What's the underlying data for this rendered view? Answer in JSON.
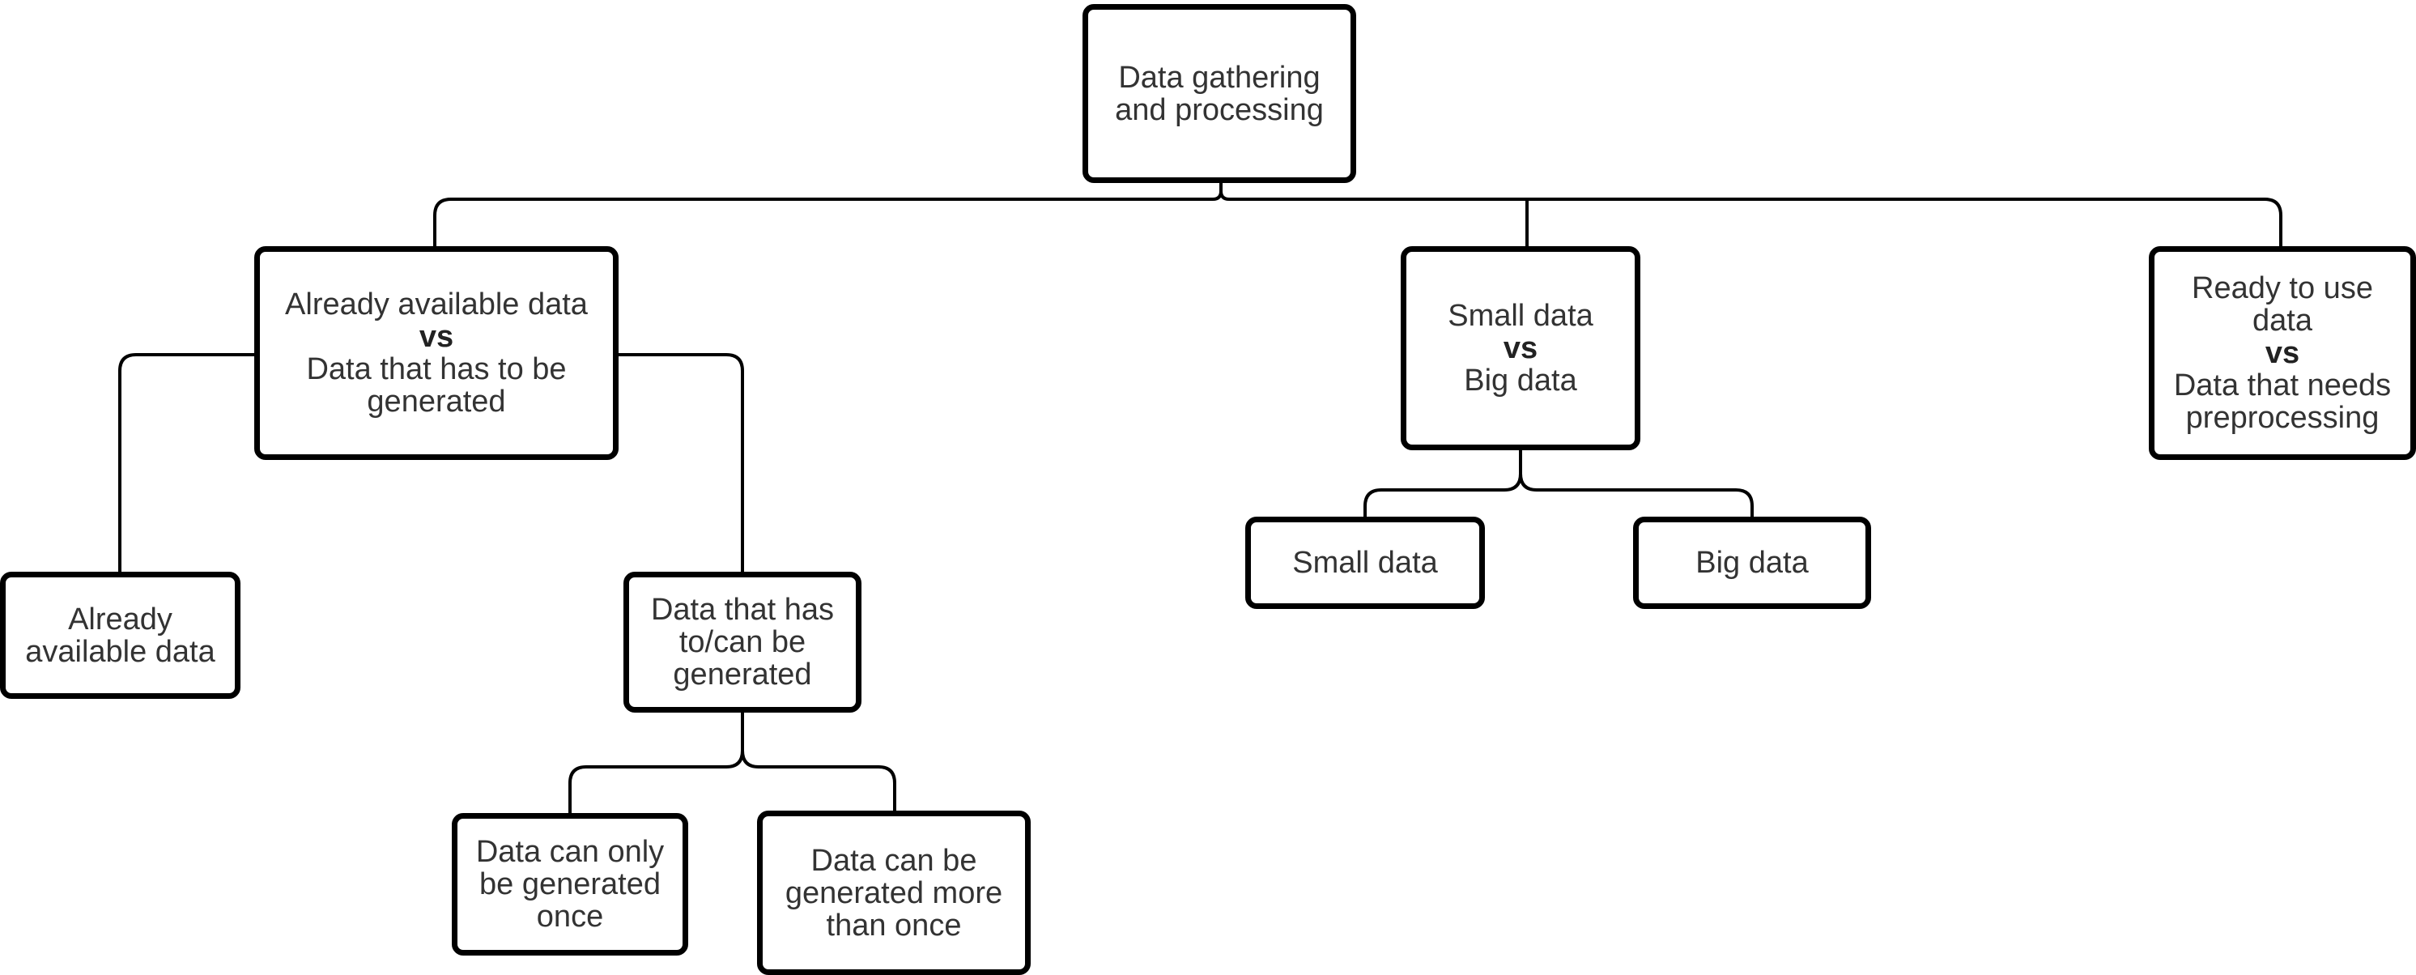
{
  "colors": {
    "border": "#000000",
    "text": "#333333",
    "line": "#000000",
    "background": "#ffffff"
  },
  "nodes": {
    "root": {
      "line1": "Data gathering",
      "line2": "and processing"
    },
    "available_vs_generated": {
      "line1": "Already available data",
      "vs": "vs",
      "line2": "Data that has to be",
      "line3": "generated"
    },
    "small_vs_big": {
      "line1": "Small data",
      "vs": "vs",
      "line2": "Big data"
    },
    "ready_vs_preprocessing": {
      "line1": "Ready to use",
      "line2": "data",
      "vs": "vs",
      "line3": "Data that needs",
      "line4": "preprocessing"
    },
    "already_available": {
      "line1": "Already",
      "line2": "available data"
    },
    "has_to_be_generated": {
      "line1": "Data that has",
      "line2": "to/can be",
      "line3": "generated"
    },
    "small_data": {
      "label": "Small data"
    },
    "big_data": {
      "label": "Big data"
    },
    "generated_once": {
      "line1": "Data can only",
      "line2": "be generated",
      "line3": "once"
    },
    "generated_more": {
      "line1": "Data can be",
      "line2": "generated more",
      "line3": "than once"
    }
  }
}
